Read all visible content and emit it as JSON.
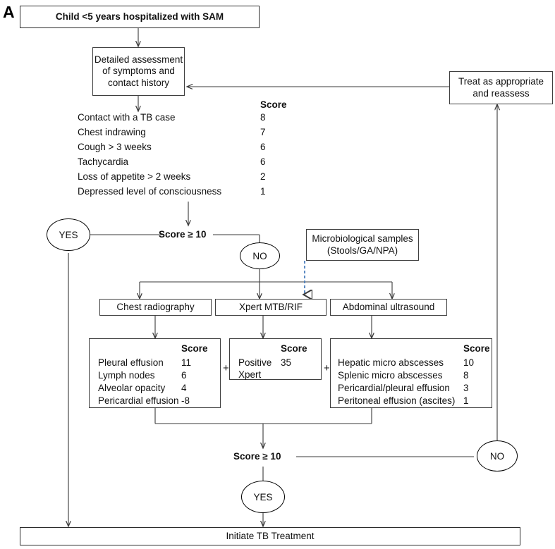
{
  "panel": {
    "label": "A"
  },
  "nodes": {
    "start": "Child <5 years hospitalized with SAM",
    "assessment": "Detailed assessment\nof symptoms and\ncontact history",
    "treat_reassess": "Treat as appropriate\nand reassess",
    "micro_samples": "Microbiological samples\n(Stools/GA/NPA)",
    "chest_radiography": "Chest radiography",
    "xpert": "Xpert MTB/RIF",
    "ultrasound": "Abdominal ultrasound",
    "initiate": "Initiate TB Treatment"
  },
  "decisions": {
    "score_threshold_1": "Score ≥ 10",
    "score_threshold_2": "Score ≥ 10",
    "yes_1": "YES",
    "no_1": "NO",
    "yes_2": "YES",
    "no_2": "NO"
  },
  "clinical_score": {
    "header": "Score",
    "items": [
      {
        "label": "Contact with a TB case",
        "score": "8"
      },
      {
        "label": "Chest indrawing",
        "score": "7"
      },
      {
        "label": "Cough > 3 weeks",
        "score": "6"
      },
      {
        "label": "Tachycardia",
        "score": "6"
      },
      {
        "label": "Loss of appetite > 2 weeks",
        "score": "2"
      },
      {
        "label": "Depressed level of consciousness",
        "score": "1"
      }
    ]
  },
  "radiography_score": {
    "header": "Score",
    "items": [
      {
        "label": "Pleural effusion",
        "score": "11"
      },
      {
        "label": "Lymph nodes",
        "score": "6"
      },
      {
        "label": "Alveolar opacity",
        "score": "4"
      },
      {
        "label": "Pericardial effusion",
        "score": "-8"
      }
    ]
  },
  "xpert_score": {
    "header": "Score",
    "items": [
      {
        "label": "Positive\nXpert",
        "score": "35"
      }
    ]
  },
  "ultrasound_score": {
    "header": "Score",
    "items": [
      {
        "label": "Hepatic micro abscesses",
        "score": "10"
      },
      {
        "label": "Splenic micro abscesses",
        "score": "8"
      },
      {
        "label": "Pericardial/pleural effusion",
        "score": "3"
      },
      {
        "label": "Peritoneal effusion (ascites)",
        "score": "1"
      }
    ]
  },
  "operators": {
    "plus_1": "+",
    "plus_2": "+"
  },
  "colors": {
    "line": "#3a3a3a",
    "dashed_arrow": "#4a7ebb",
    "box_border": "#3f3f3f"
  }
}
